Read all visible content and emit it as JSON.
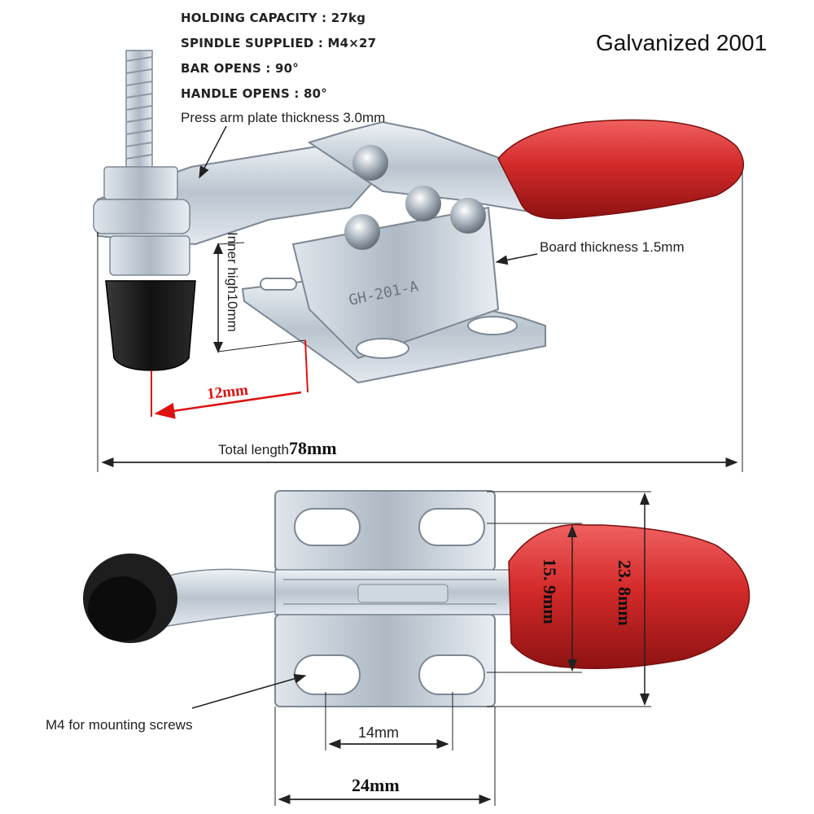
{
  "specs": {
    "holding_capacity": "HOLDING CAPACITY  : 27kg",
    "spindle_supplied": "SPINDLE SUPPLIED  : M4×27",
    "bar_opens": "BAR OPENS  : 90°",
    "handle_opens": "HANDLE OPENS  : 80°"
  },
  "title": "Galvanized 2001",
  "model_stamp": "GH-201-A",
  "labels": {
    "press_arm": "Press arm plate thickness 3.0mm",
    "board_thickness": "Board thickness 1.5mm",
    "inner_height": "Inner high10mm",
    "reach": "12mm",
    "total_length": "Total length",
    "total_length_value": "78mm",
    "mounting_screws": "M4 for mounting screws",
    "hole_spacing": "14mm",
    "base_width": "24mm",
    "dim_15_9": "15. 9mm",
    "dim_23_8": "23. 8mm"
  },
  "colors": {
    "handle_red": "#d42a2a",
    "rubber_black": "#1a1a1a",
    "steel": "#c9d2da",
    "dim_red": "#dd1111"
  }
}
